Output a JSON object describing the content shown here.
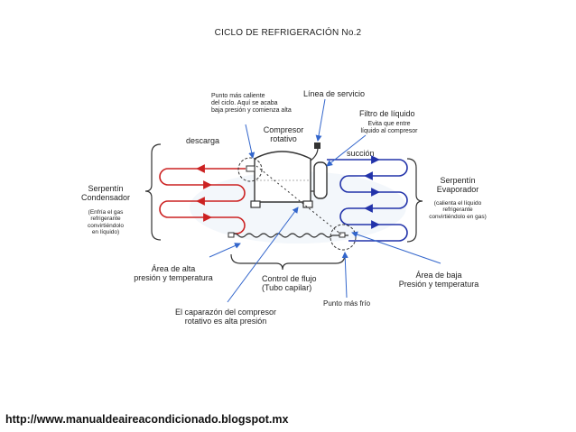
{
  "title": "CICLO DE REFRIGERACIÓN  No.2",
  "labels": {
    "hot_point": [
      "Punto más caliente",
      "del ciclo.  Aquí se acaba",
      "baja presión y comienza alta"
    ],
    "service_line": "Línea de servicio",
    "liquid_filter": "Filtro de líquido",
    "liquid_filter_note": [
      "Evita que entre",
      "líquido al compresor"
    ],
    "compressor": [
      "Compresor",
      "rotativo"
    ],
    "discharge": "descarga",
    "suction": "succión",
    "condenser": [
      "Serpentín",
      "Condensador"
    ],
    "condenser_note": [
      "(Enfría el gas",
      "refrigerante",
      "convirtiéndolo",
      "en líquido)"
    ],
    "evaporator": [
      "Serpentín",
      "Evaporador"
    ],
    "evaporator_note": [
      "(calienta el líquido",
      "refrigerante",
      "convirtiéndolo en gas)"
    ],
    "high_area": [
      "Área de alta",
      "presión y temperatura"
    ],
    "flow_control": [
      "Control de flujo",
      "(Tubo capilar)"
    ],
    "low_area": [
      "Área de baja",
      "Presión y temperatura"
    ],
    "cold_point": "Punto más frío",
    "shell": [
      "El caparazón del compresor",
      "rotativo es alta presión"
    ]
  },
  "footer_url": "http://www.manualdeaireacondicionado.blogspot.mx",
  "colors": {
    "high_side": "#cc2222",
    "low_side": "#2233aa",
    "line": "#333333",
    "pointer": "#3366cc"
  }
}
